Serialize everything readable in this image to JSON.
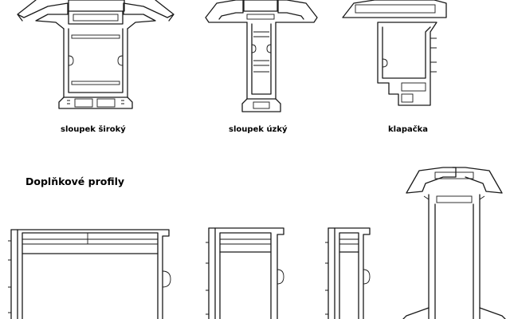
{
  "labels": {
    "sloupek_siroky": "sloupek široký",
    "sloupek_uzky": "sloupek úzký",
    "klapacka": "klapačka"
  },
  "heading": "Doplňkové profily",
  "colors": {
    "stroke": "#1a1a1a",
    "background": "#ffffff"
  }
}
